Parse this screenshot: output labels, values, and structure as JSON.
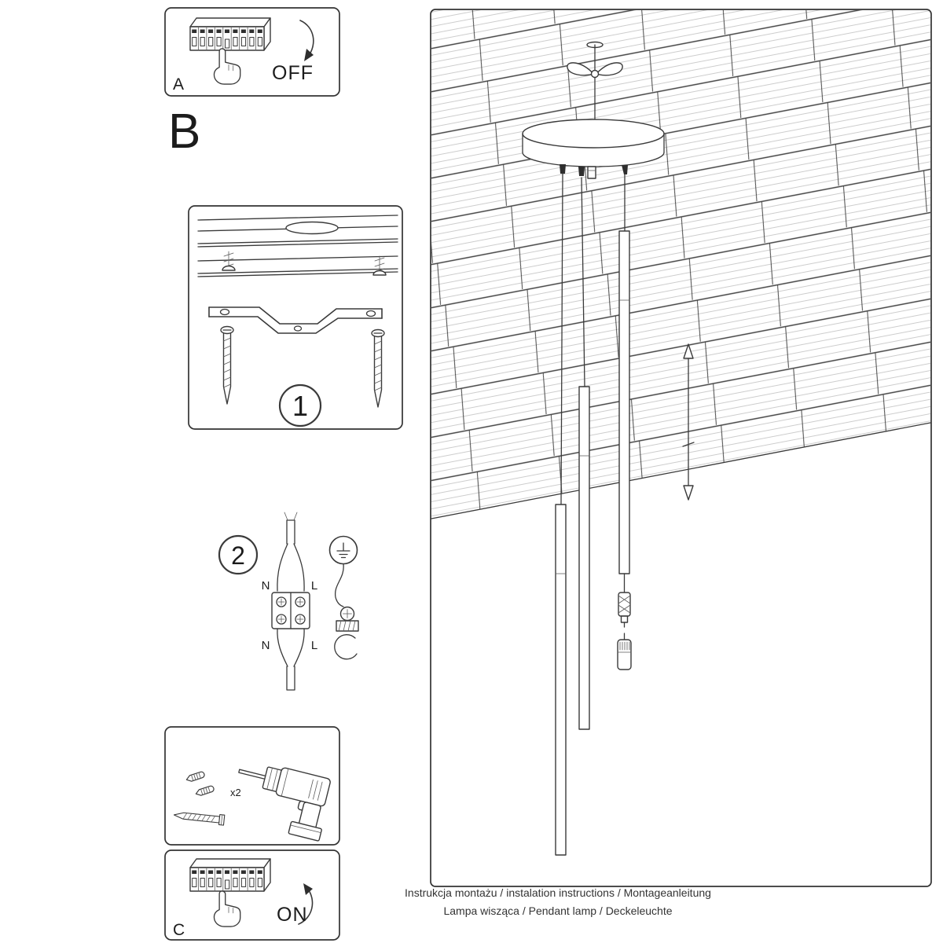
{
  "panel_a": {
    "label": "A",
    "state": "OFF"
  },
  "section_b": {
    "label": "B"
  },
  "step1": {
    "number": "1"
  },
  "step2": {
    "number": "2",
    "wiring": {
      "n_top": "N",
      "l_top": "L",
      "n_bottom": "N",
      "l_bottom": "L"
    }
  },
  "drill": {
    "quantity": "x2"
  },
  "panel_c": {
    "label": "C",
    "state": "ON"
  },
  "footer": {
    "line1": "Instrukcja montażu / instalation instructions / Montageanleitung",
    "line2": "Lampa wisząca / Pendant lamp / Deckeleuchte"
  },
  "colors": {
    "line": "#3a3a3a",
    "background": "#ffffff"
  }
}
